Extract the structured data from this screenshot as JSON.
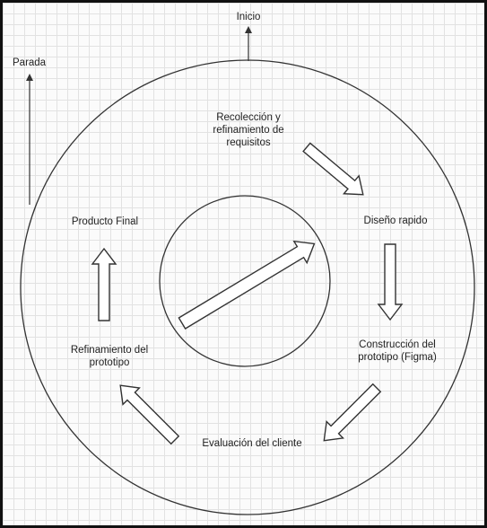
{
  "labels": {
    "start": "Inicio",
    "stop": "Parada",
    "requirements": "Recolección y\nrefinamiento de\nrequisitos",
    "quick_design": "Diseño rapido",
    "prototype_build": "Construcción del\nprototipo (Figma)",
    "client_eval": "Evaluación del cliente",
    "prototype_refine": "Refinamiento del\nprototipo",
    "final_product": "Producto Final"
  },
  "colors": {
    "stroke": "#333333",
    "arrow_fill": "#ffffff",
    "grid": "#e2e2e2",
    "frame": "#111111"
  }
}
